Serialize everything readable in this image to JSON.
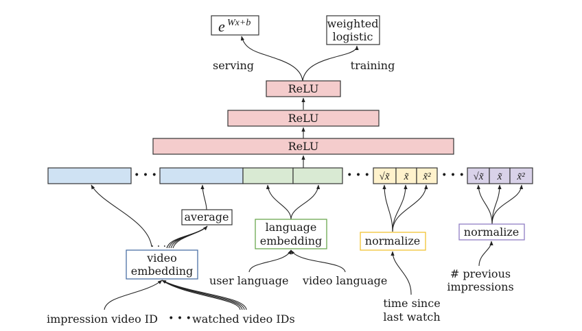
{
  "colors": {
    "relu_fill": "#f4cccc",
    "video_fill": "#cfe2f3",
    "language_fill": "#d9ead3",
    "time_fill": "#fff2cc",
    "impressions_fill": "#d9d2e9",
    "video_border": "#4a6fa5",
    "language_border": "#6aa84f",
    "time_border": "#f1c232",
    "impressions_border": "#8e7cc3",
    "box_border": "#333333"
  },
  "outputs": {
    "serving_box": "e",
    "serving_exponent": "Wx+b",
    "training_box_line1": "weighted",
    "training_box_line2": "logistic",
    "serving_label": "serving",
    "training_label": "training"
  },
  "layers": [
    {
      "label": "ReLU"
    },
    {
      "label": "ReLU"
    },
    {
      "label": "ReLU"
    }
  ],
  "feature_vector": {
    "ellipsis": "• • •",
    "time_cells": [
      "√x̃",
      "x̃",
      "x̃²"
    ],
    "impression_cells": [
      "√x̃",
      "x̃",
      "x̃²"
    ]
  },
  "nodes": {
    "average": "average",
    "video_embedding_line1": "video",
    "video_embedding_line2": "embedding",
    "language_embedding_line1": "language",
    "language_embedding_line2": "embedding",
    "normalize_time": "normalize",
    "normalize_impressions": "normalize",
    "embedding_dots": "· · ·"
  },
  "inputs": {
    "impression_video_id": "impression video ID",
    "input_ellipsis": "• • •",
    "watched_video_ids": "watched video IDs",
    "user_language": "user language",
    "video_language": "video language",
    "time_since_line1": "time since",
    "time_since_line2": "last watch",
    "previous_impressions_line1": "# previous",
    "previous_impressions_line2": "impressions"
  }
}
